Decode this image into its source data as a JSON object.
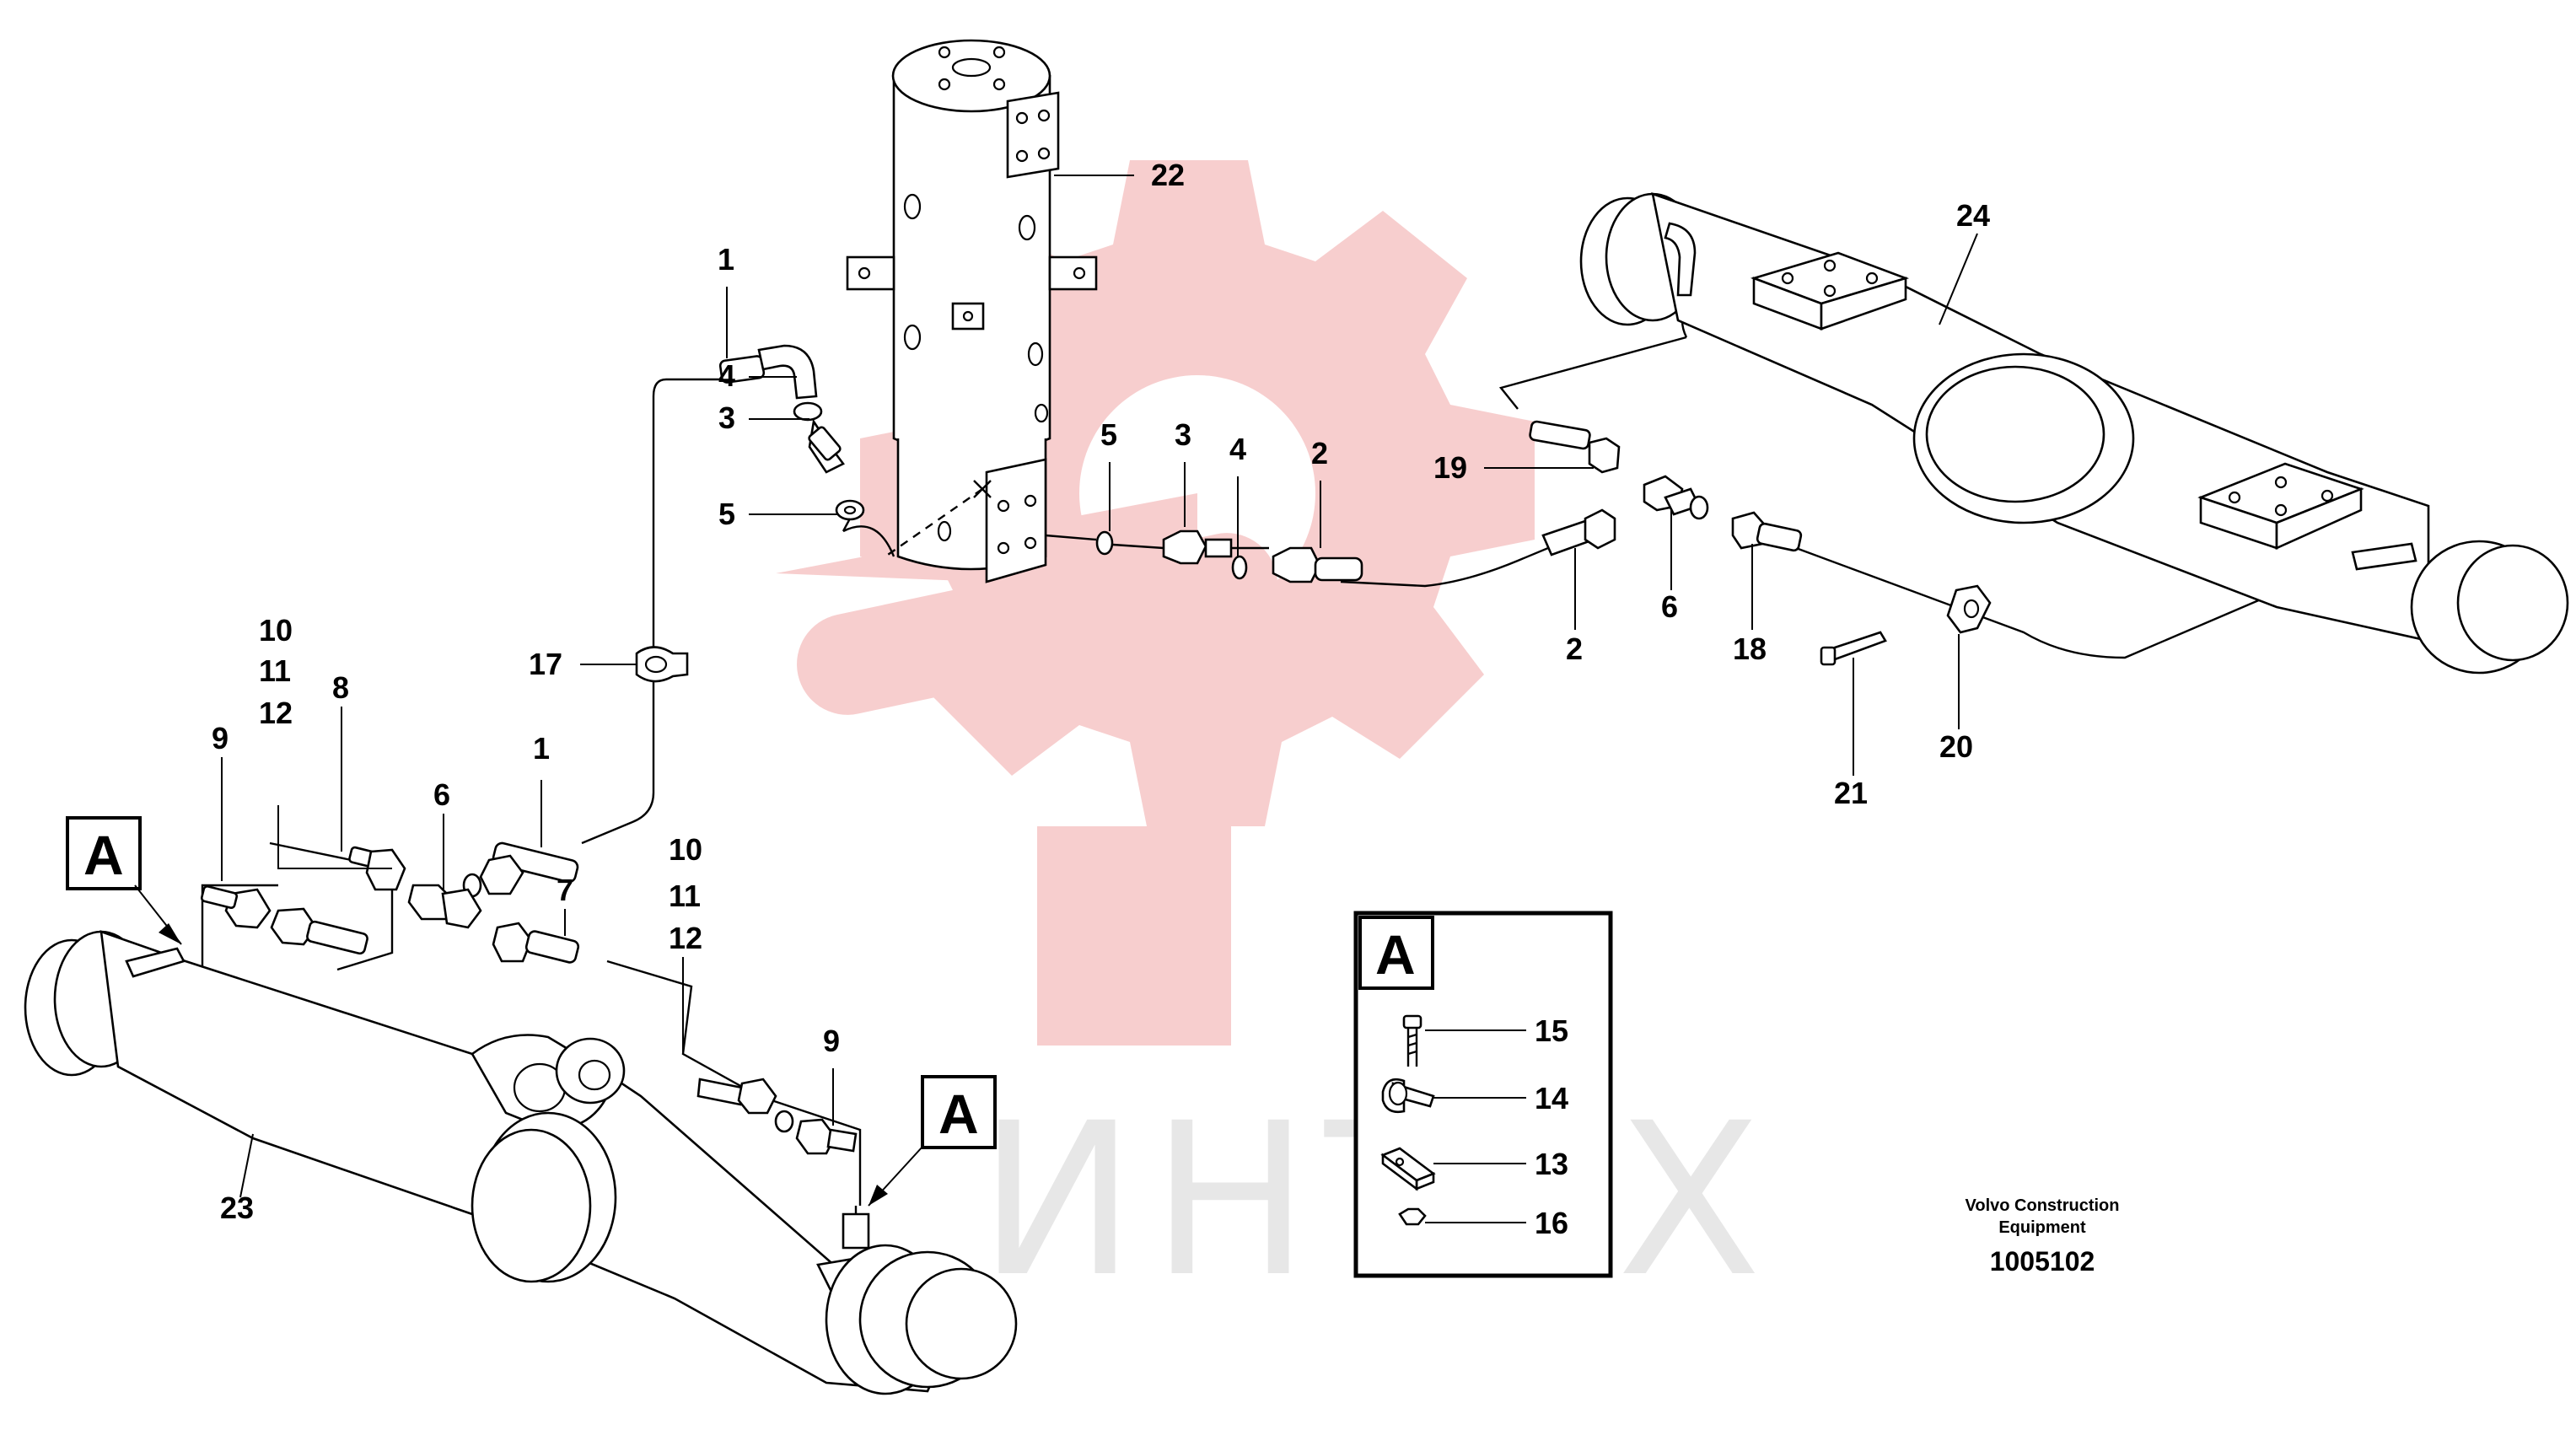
{
  "watermark": {
    "text": "ИНТЕХ",
    "logo_color": "#f6c6c6",
    "text_color": "#d4d4d4"
  },
  "callouts": [
    {
      "id": "c22",
      "text": "22"
    },
    {
      "id": "c1-top",
      "text": "1"
    },
    {
      "id": "c4-left",
      "text": "4"
    },
    {
      "id": "c3-left",
      "text": "3"
    },
    {
      "id": "c5-left",
      "text": "5"
    },
    {
      "id": "c5-mid",
      "text": "5"
    },
    {
      "id": "c3-mid",
      "text": "3"
    },
    {
      "id": "c4-mid",
      "text": "4"
    },
    {
      "id": "c2-top",
      "text": "2"
    },
    {
      "id": "c19",
      "text": "19"
    },
    {
      "id": "c2-low",
      "text": "2"
    },
    {
      "id": "c6-right",
      "text": "6"
    },
    {
      "id": "c18",
      "text": "18"
    },
    {
      "id": "c24",
      "text": "24"
    },
    {
      "id": "c20",
      "text": "20"
    },
    {
      "id": "c21",
      "text": "21"
    },
    {
      "id": "c17",
      "text": "17"
    },
    {
      "id": "c10-top",
      "text": "10"
    },
    {
      "id": "c11-top",
      "text": "11"
    },
    {
      "id": "c12-top",
      "text": "12"
    },
    {
      "id": "c8",
      "text": "8"
    },
    {
      "id": "c9-left",
      "text": "9"
    },
    {
      "id": "c6-left",
      "text": "6"
    },
    {
      "id": "c1-low",
      "text": "1"
    },
    {
      "id": "c10-low",
      "text": "10"
    },
    {
      "id": "c11-low",
      "text": "11"
    },
    {
      "id": "c12-low",
      "text": "12"
    },
    {
      "id": "c7",
      "text": "7"
    },
    {
      "id": "c9-right",
      "text": "9"
    },
    {
      "id": "c23",
      "text": "23"
    },
    {
      "id": "c15",
      "text": "15"
    },
    {
      "id": "c14",
      "text": "14"
    },
    {
      "id": "c13",
      "text": "13"
    },
    {
      "id": "c16",
      "text": "16"
    }
  ],
  "view_markers": {
    "left": "A",
    "right": "A",
    "detail": "A"
  },
  "credit": {
    "line1": "Volvo Construction",
    "line2": "Equipment",
    "part_number": "1005102"
  }
}
